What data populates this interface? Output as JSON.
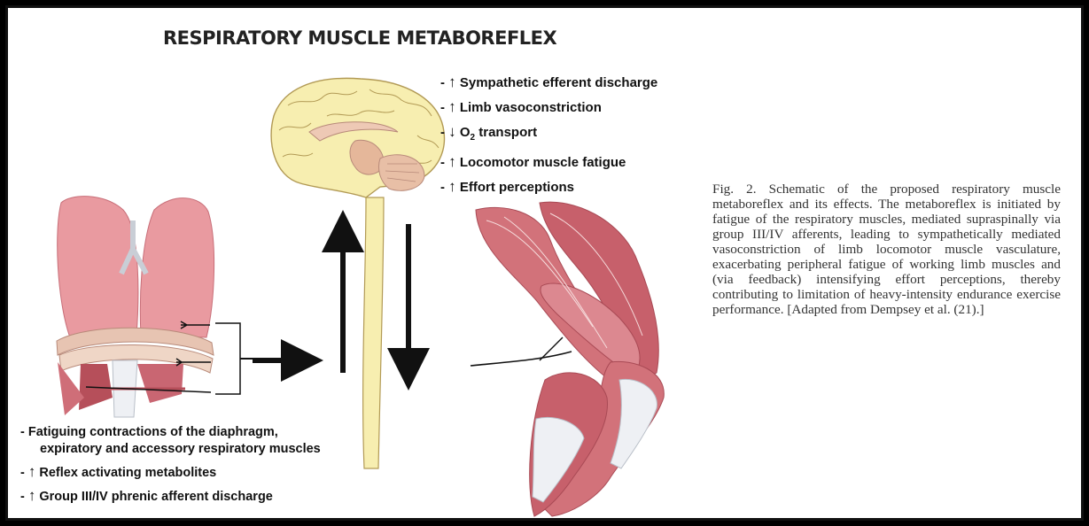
{
  "title": "RESPIRATORY MUSCLE METABOREFLEX",
  "effects": [
    {
      "prefix": "- ",
      "arrow": "↑",
      "text": "Sympathetic efferent discharge"
    },
    {
      "prefix": "- ",
      "arrow": "↑",
      "text": "Limb vasoconstriction"
    },
    {
      "prefix": "- ",
      "arrow": "↓",
      "text": "O",
      "sub": "2",
      "text2": " transport"
    },
    {
      "prefix": "- ",
      "arrow": "↑",
      "text": "Locomotor muscle fatigue"
    },
    {
      "prefix": "- ",
      "arrow": "↑",
      "text": "Effort perceptions"
    }
  ],
  "causes": [
    {
      "line1": "- Fatiguing contractions of the diaphragm,",
      "line2": "expiratory and accessory respiratory muscles"
    },
    {
      "prefix": "- ",
      "arrow": "↑",
      "text": " Reflex activating metabolites"
    },
    {
      "prefix": "- ",
      "arrow": "↑",
      "text": " Group III/IV phrenic afferent discharge"
    }
  ],
  "caption": "Fig. 2. Schematic of the proposed respiratory muscle metaboreflex and its effects. The metaboreflex is initiated by fatigue of the respiratory muscles, mediated supraspinally via group III/IV afferents, leading to sympathetically mediated vasoconstriction of limb locomotor muscle vasculature, exacerbating peripheral fatigue of working limb muscles and (via feedback) intensifying effort perceptions, thereby contributing to limitation of heavy-intensity endurance exercise performance. [Adapted from Dempsey et al. (21).]",
  "illustrations": {
    "lungs": "lungs-diaphragm-illustration",
    "brain": "brain-spinal-cord-illustration",
    "leg": "leg-muscles-illustration"
  },
  "colors": {
    "muscle": "#d2727a",
    "muscle_dark": "#b64f5a",
    "brain": "#f7eeb0",
    "brain_outline": "#b29a55",
    "cerebellum": "#e5b79a",
    "arrow": "#111111"
  }
}
